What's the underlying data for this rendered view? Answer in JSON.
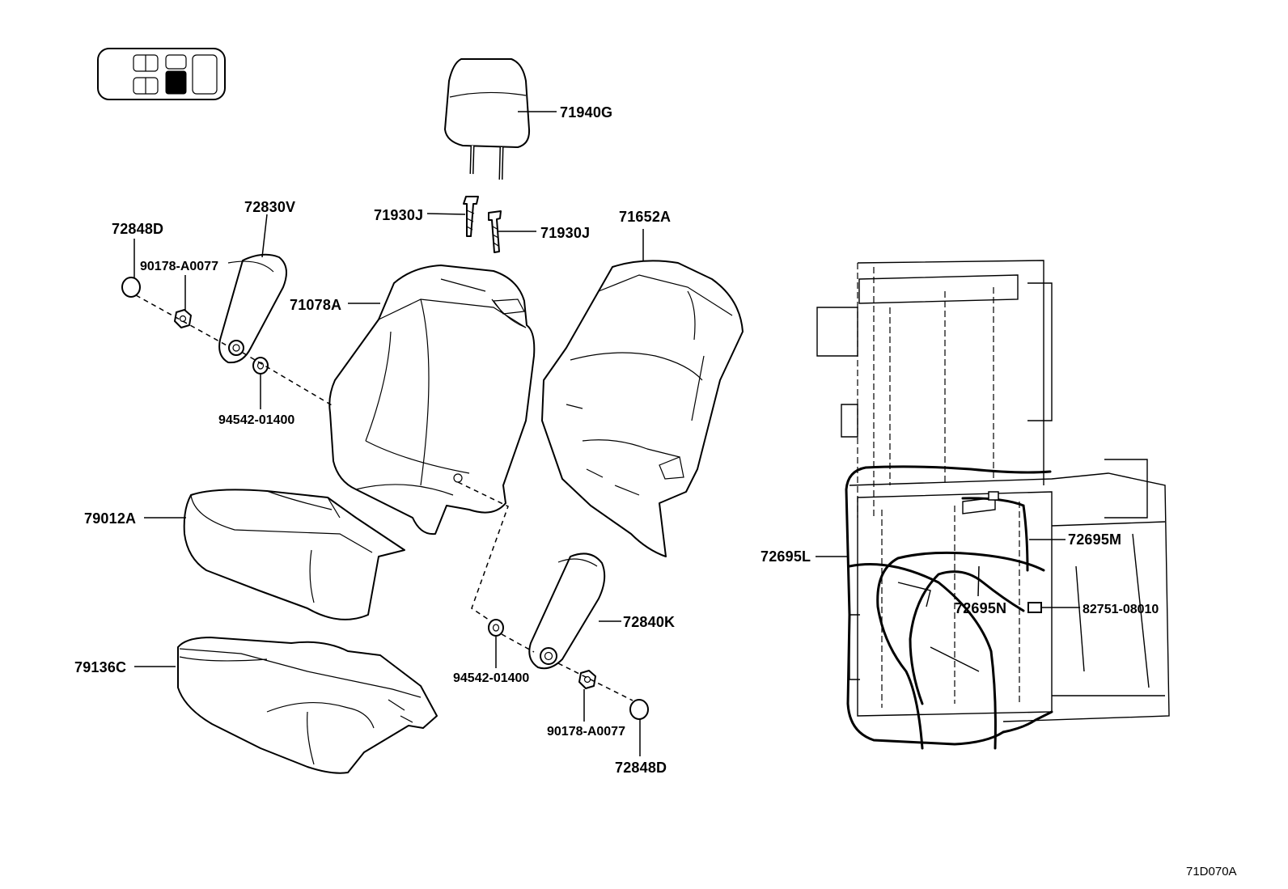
{
  "diagram": {
    "illustration_number": "71D070A",
    "parts": [
      {
        "id": "part-71940g",
        "label": "71940G",
        "name": "headrest"
      },
      {
        "id": "part-71930j-left",
        "label": "71930J",
        "name": "headrest support"
      },
      {
        "id": "part-71930j-right",
        "label": "71930J",
        "name": "headrest support"
      },
      {
        "id": "part-71652a",
        "label": "71652A",
        "name": "seatback pad"
      },
      {
        "id": "part-71078a",
        "label": "71078A",
        "name": "seatback cover"
      },
      {
        "id": "part-72830v",
        "label": "72830V",
        "name": "armrest"
      },
      {
        "id": "part-72848d-top",
        "label": "72848D",
        "name": "cap"
      },
      {
        "id": "part-90178-a0077-top",
        "label": "90178-A0077",
        "name": "nut"
      },
      {
        "id": "part-94542-01400-top",
        "label": "94542-01400",
        "name": "washer"
      },
      {
        "id": "part-79012a",
        "label": "79012A",
        "name": "seat cushion cover"
      },
      {
        "id": "part-79136c",
        "label": "79136C",
        "name": "seat cushion pad"
      },
      {
        "id": "part-72840k",
        "label": "72840K",
        "name": "armrest"
      },
      {
        "id": "part-94542-01400-bottom",
        "label": "94542-01400",
        "name": "washer"
      },
      {
        "id": "part-90178-a0077-bottom",
        "label": "90178-A0077",
        "name": "nut"
      },
      {
        "id": "part-72848d-bottom",
        "label": "72848D",
        "name": "cap"
      },
      {
        "id": "part-72695l",
        "label": "72695L",
        "name": "wire harness"
      },
      {
        "id": "part-72695m",
        "label": "72695M",
        "name": "wire harness"
      },
      {
        "id": "part-72695n",
        "label": "72695N",
        "name": "wire harness"
      },
      {
        "id": "part-82751-08010",
        "label": "82751-08010",
        "name": "clamp"
      }
    ]
  }
}
